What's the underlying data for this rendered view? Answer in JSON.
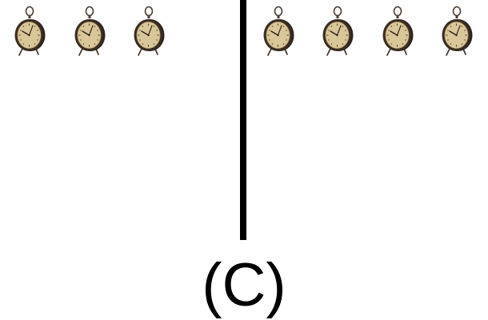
{
  "panels": [
    {
      "name": "left",
      "clock_count": 3
    },
    {
      "name": "right",
      "clock_count": 4
    }
  ],
  "icon": "alarm-clock-icon",
  "colors": {
    "divider": "#000000",
    "clock_case": "#3a2c22",
    "clock_face": "#d9c79a",
    "clock_hands": "#2a2018"
  },
  "label": "(C)"
}
